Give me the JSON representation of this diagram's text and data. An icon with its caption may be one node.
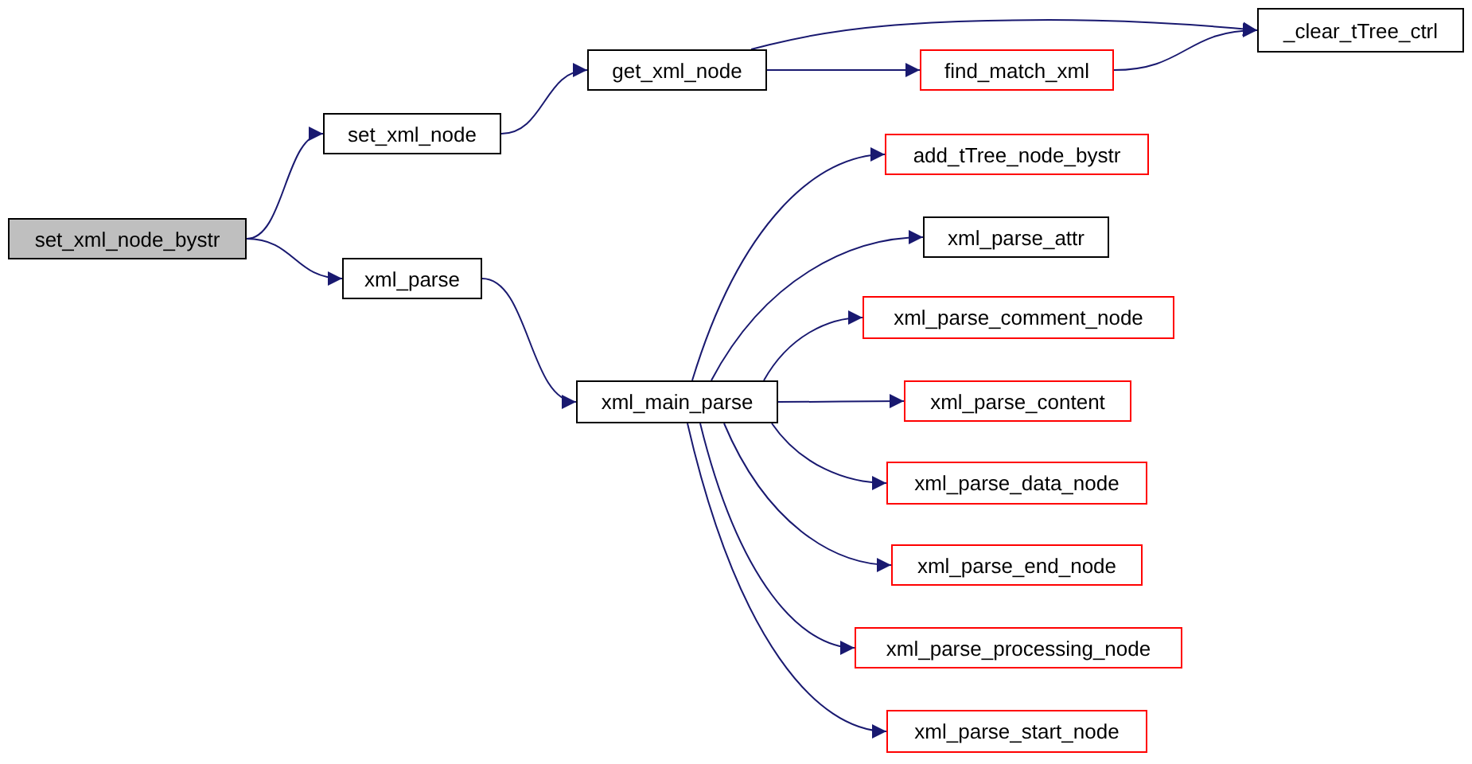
{
  "diagram": {
    "nodes": [
      {
        "text": [
          "set_xml_node_bystr"
        ]
      },
      {
        "text": [
          "set_xml_node"
        ]
      },
      {
        "text": [
          "xml_parse"
        ]
      },
      {
        "text": [
          "get_xml_node"
        ]
      },
      {
        "text": [
          "find_match_xml"
        ]
      },
      {
        "text": [
          "_clear_tTree_ctrl"
        ]
      },
      {
        "text": [
          "xml_main_parse"
        ]
      },
      {
        "text": [
          "add_tTree_node_bystr"
        ]
      },
      {
        "text": [
          "xml_parse_attr"
        ]
      },
      {
        "text": [
          "xml_parse_comment_node"
        ]
      },
      {
        "text": [
          "xml_parse_content"
        ]
      },
      {
        "text": [
          "xml_parse_data_node"
        ]
      },
      {
        "text": [
          "xml_parse_end_node"
        ]
      },
      {
        "text": [
          "xml_parse_processing_node"
        ]
      },
      {
        "text": [
          "xml_parse_start_node"
        ]
      }
    ],
    "edges": [
      {
        "from": 0,
        "to": 1,
        "arrow": "to"
      },
      {
        "from": 0,
        "to": 2,
        "arrow": "to"
      },
      {
        "from": 1,
        "to": 3,
        "arrow": "to"
      },
      {
        "from": 3,
        "to": 5,
        "arrow": "to"
      },
      {
        "from": 3,
        "to": 4,
        "arrow": "to"
      },
      {
        "from": 4,
        "to": 5,
        "arrow": "to"
      },
      {
        "from": 2,
        "to": 6,
        "arrow": "to"
      },
      {
        "from": 6,
        "to": 7,
        "arrow": "to"
      },
      {
        "from": 6,
        "to": 8,
        "arrow": "to"
      },
      {
        "from": 6,
        "to": 9,
        "arrow": "to"
      },
      {
        "from": 6,
        "to": 10,
        "arrow": "to"
      },
      {
        "from": 6,
        "to": 11,
        "arrow": "to"
      },
      {
        "from": 6,
        "to": 12,
        "arrow": "to"
      },
      {
        "from": 6,
        "to": 13,
        "arrow": "to"
      },
      {
        "from": 6,
        "to": 14,
        "arrow": "to"
      }
    ]
  }
}
